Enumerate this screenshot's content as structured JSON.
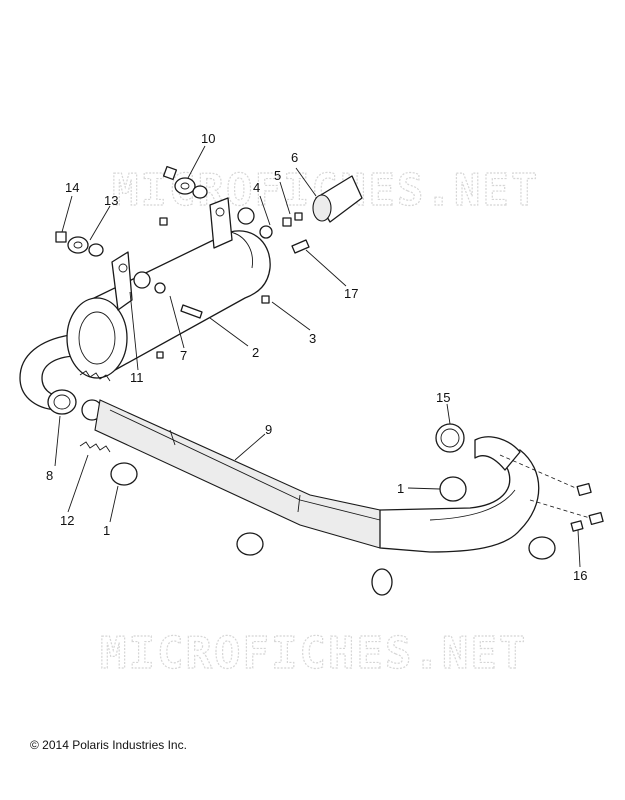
{
  "watermark": {
    "text_top": "MICROFICHES.NET",
    "text_bottom": "MICROFICHES.NET"
  },
  "callouts": {
    "c10": "10",
    "c6": "6",
    "c14": "14",
    "c5": "5",
    "c4": "4",
    "c13": "13",
    "c17": "17",
    "c3": "3",
    "c2": "2",
    "c7": "7",
    "c11": "11",
    "c9": "9",
    "c15": "15",
    "c8": "8",
    "c1a": "1",
    "c12": "12",
    "c1b": "1",
    "c16": "16"
  },
  "footer": {
    "copyright": "© 2014 Polaris Industries Inc."
  }
}
